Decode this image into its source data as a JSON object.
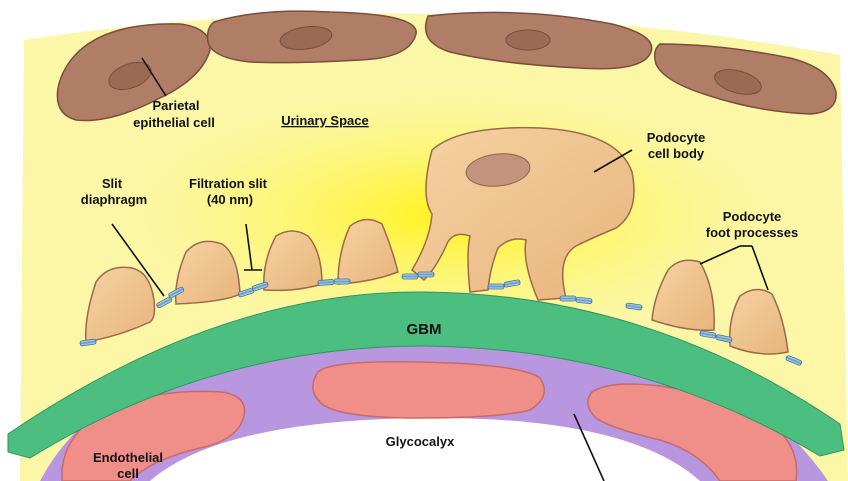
{
  "diagram": {
    "labels": {
      "parietal": [
        "Parietal",
        "epithelial cell"
      ],
      "urinary_space": "Urinary Space",
      "podocyte_body": [
        "Podocyte",
        "cell body"
      ],
      "slit_diaphragm": [
        "Slit",
        "diaphragm"
      ],
      "filtration_slit": [
        "Filtration slit",
        "(40 nm)"
      ],
      "foot_processes": [
        "Podocyte",
        "foot processes"
      ],
      "gbm": "GBM",
      "glycocalyx": "Glycocalyx",
      "endothelial": [
        "Endothelial",
        "cell"
      ]
    },
    "colors": {
      "urinary_space": "#fbf7a6",
      "urinary_glow": "#fff200",
      "parietal_cell": "#b07d66",
      "podocyte": "#f0c48e",
      "podocyte_edge": "#9a6a4a",
      "nucleus": "#c4937e",
      "gbm": "#4cbf80",
      "glycocalyx": "#b896e0",
      "endothelial": "#f08f8a",
      "slit_diaphragm": "#7aaed6"
    }
  }
}
